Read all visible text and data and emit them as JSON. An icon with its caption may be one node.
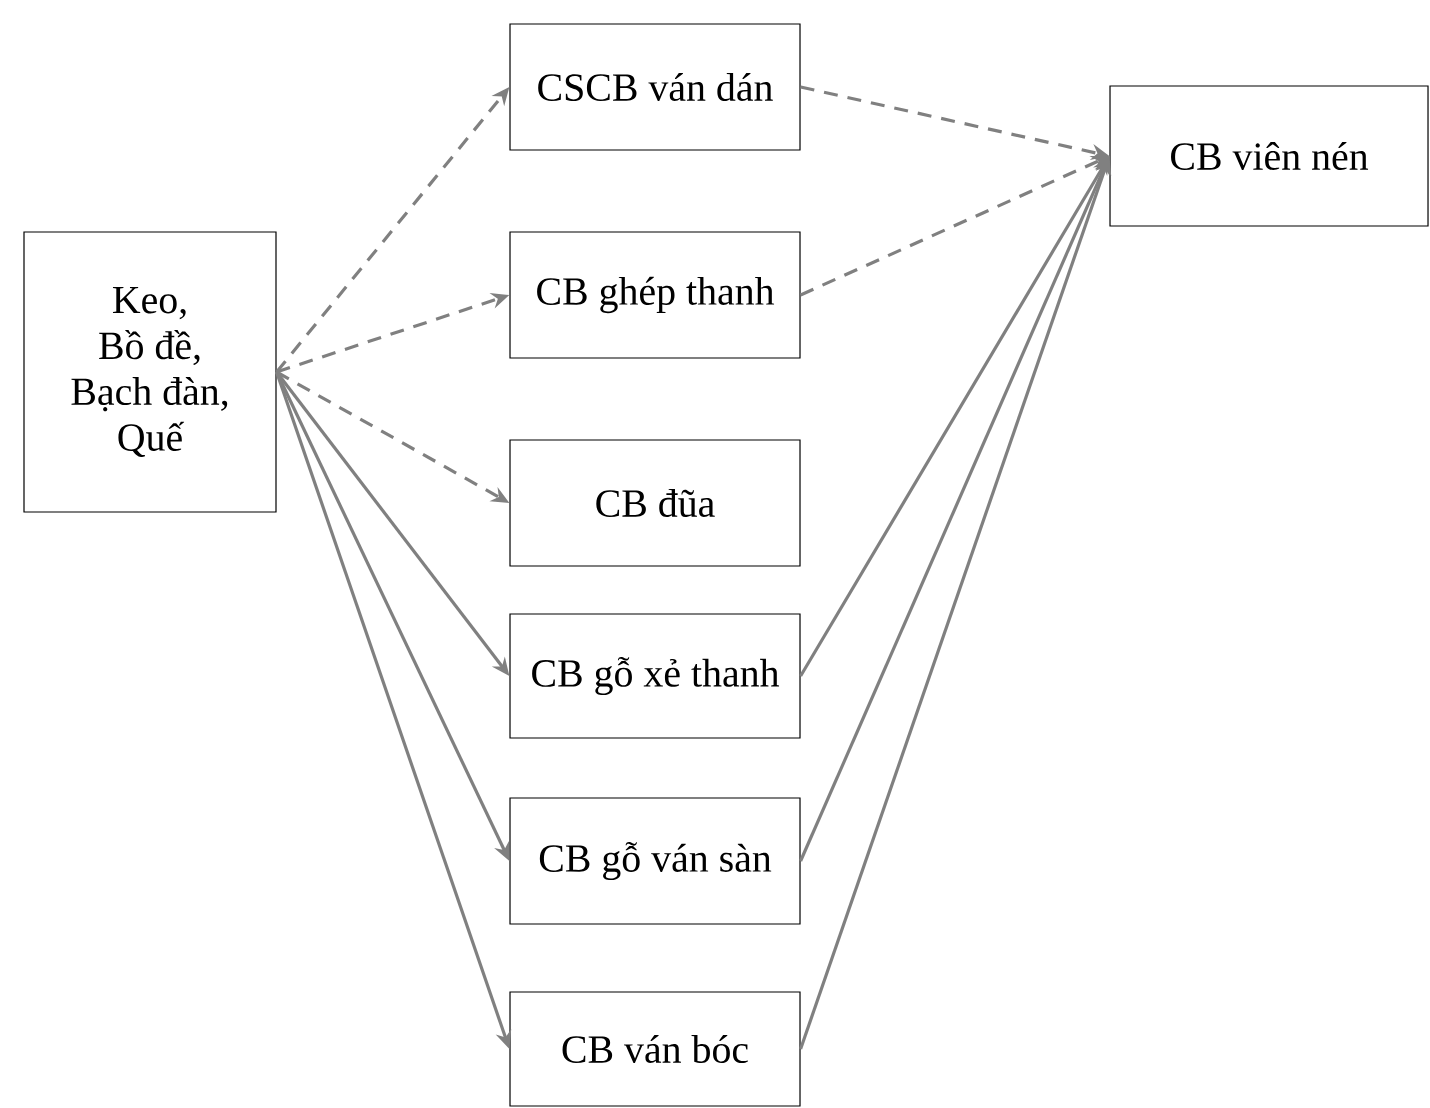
{
  "diagram": {
    "nodes": [
      {
        "text": [
          "Keo,",
          "Bồ đề,",
          "Bạch đàn,",
          "Quế"
        ]
      },
      {
        "text": [
          "CSCB ván dán"
        ]
      },
      {
        "text": [
          "CB ghép thanh"
        ]
      },
      {
        "text": [
          "CB đũa"
        ]
      },
      {
        "text": [
          "CB gỗ xẻ thanh"
        ]
      },
      {
        "text": [
          "CB gỗ ván sàn"
        ]
      },
      {
        "text": [
          "CB ván bóc"
        ]
      },
      {
        "text": [
          "CB viên nén"
        ]
      }
    ],
    "edges": [
      {
        "from": 0,
        "to": 1,
        "arrow": "to",
        "style": "dashed"
      },
      {
        "from": 0,
        "to": 2,
        "arrow": "to",
        "style": "dashed"
      },
      {
        "from": 0,
        "to": 3,
        "arrow": "to",
        "style": "dashed"
      },
      {
        "from": 0,
        "to": 4,
        "arrow": "to"
      },
      {
        "from": 0,
        "to": 5,
        "arrow": "to"
      },
      {
        "from": 0,
        "to": 6,
        "arrow": "to"
      },
      {
        "from": 1,
        "to": 7,
        "arrow": "to",
        "style": "dashed"
      },
      {
        "from": 2,
        "to": 7,
        "arrow": "to",
        "style": "dashed"
      },
      {
        "from": 4,
        "to": 7,
        "arrow": "to"
      },
      {
        "from": 5,
        "to": 7,
        "arrow": "to"
      },
      {
        "from": 6,
        "to": 7,
        "arrow": "to"
      }
    ]
  }
}
